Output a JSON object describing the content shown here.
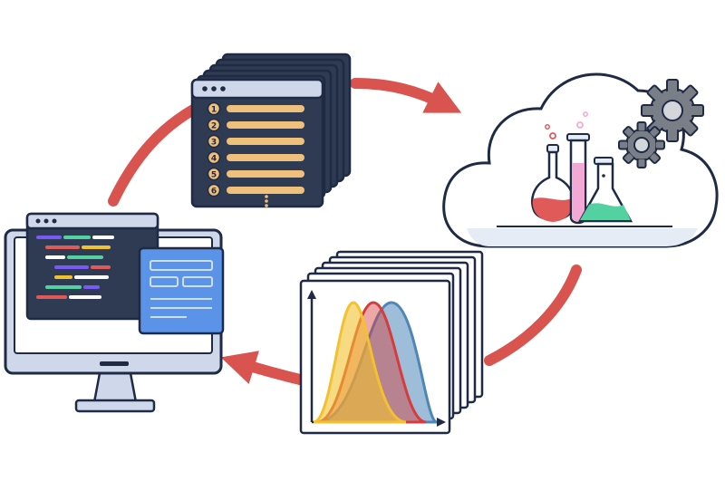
{
  "colors": {
    "arrow": "#d9534f",
    "outline": "#1f2a44",
    "panel_dark": "#2f3b52",
    "panel_light": "#cfd8ea",
    "accent_blue": "#5b93e8",
    "list_bar": "#efc07c",
    "liquid_red": "#e15a5a",
    "liquid_pink": "#f3a9d6",
    "liquid_green": "#54d1a0",
    "gear": "#7a7f87",
    "curve_yellow": "#f2c12e",
    "curve_red": "#d83b3b",
    "curve_blue": "#4f86b8"
  },
  "list_panel": {
    "items": [
      "1",
      "2",
      "3",
      "4",
      "5",
      "6"
    ]
  },
  "icons": {
    "workflow_cycle": "cycle-arrows-icon",
    "job_list": "numbered-list-window-icon",
    "cloud_compute": "cloud-lab-icon",
    "results": "distribution-plots-icon",
    "workstation": "desktop-monitor-icon"
  }
}
